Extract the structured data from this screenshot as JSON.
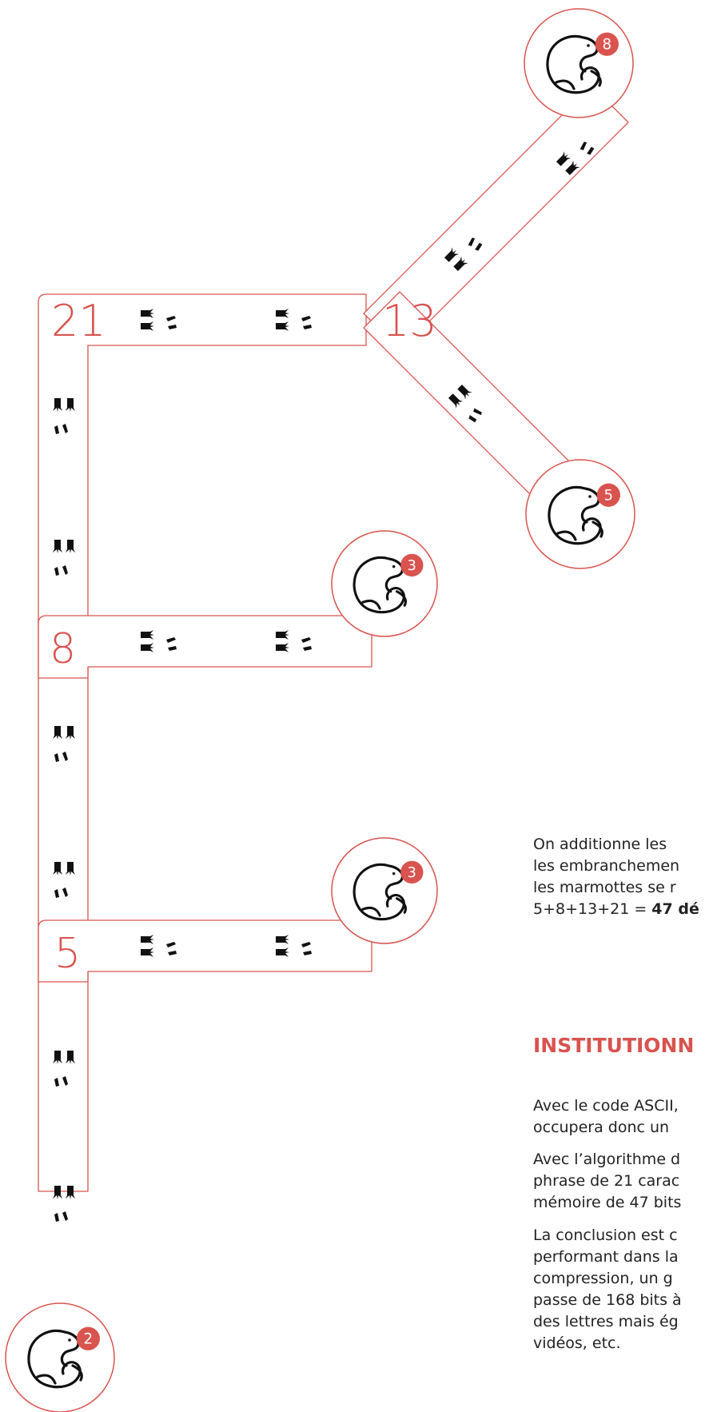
{
  "colors": {
    "line": "#d9534f",
    "badge": "#d9534f",
    "track_fill": "#ffffff",
    "text": "#222222"
  },
  "tree": {
    "nodes": [
      {
        "label": "21"
      },
      {
        "label": "13"
      },
      {
        "label": "8"
      },
      {
        "label": "5"
      }
    ],
    "leaves": [
      {
        "count": "8",
        "icon": "marmot-icon"
      },
      {
        "count": "5",
        "icon": "marmot-icon"
      },
      {
        "count": "3",
        "icon": "marmot-icon"
      },
      {
        "count": "3",
        "icon": "marmot-icon"
      },
      {
        "count": "2",
        "icon": "marmot-icon"
      }
    ],
    "track_icon": "paw-print-icon"
  },
  "text": {
    "sum_paragraph": {
      "line1": "On additionne les",
      "line2": "les embranchemen",
      "line3": "les marmottes se r",
      "line4_prefix": "5+8+13+21 = ",
      "line4_bold": "47 dé"
    },
    "section_title": "INSTITUTIONN",
    "paragraphs": [
      [
        "Avec le code ASCII,",
        "occupera donc un"
      ],
      [
        "Avec l’algorithme d",
        "phrase de 21 carac",
        "mémoire de 47 bits"
      ],
      [
        "La conclusion est c",
        "performant dans la",
        "compression, un g",
        "passe de 168 bits à",
        "des lettres mais ég",
        "vidéos, etc."
      ]
    ]
  }
}
